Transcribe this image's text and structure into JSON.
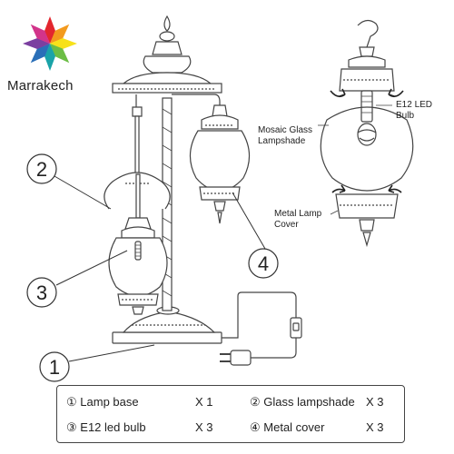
{
  "brand": {
    "name": "Marrakech"
  },
  "callouts": {
    "c1": "1",
    "c2": "2",
    "c3": "3",
    "c4": "4"
  },
  "detail_labels": {
    "bulb": "E12 LED\nBulb",
    "shade": "Mosaic Glass\nLampshade",
    "cover": "Metal Lamp\nCover"
  },
  "legend": {
    "items": [
      {
        "num": "①",
        "name": "Lamp base",
        "qty": "X 1"
      },
      {
        "num": "②",
        "name": "Glass lampshade",
        "qty": "X 3"
      },
      {
        "num": "③",
        "name": "E12 led bulb",
        "qty": "X 3"
      },
      {
        "num": "④",
        "name": "Metal cover",
        "qty": "X 3"
      }
    ]
  },
  "colors": {
    "line": "#444444",
    "logo_petals": [
      "#e3262e",
      "#f39a1e",
      "#f7e11a",
      "#6bbd45",
      "#1aa3a8",
      "#2a6fb8",
      "#7b3fa0",
      "#d2348a"
    ]
  }
}
